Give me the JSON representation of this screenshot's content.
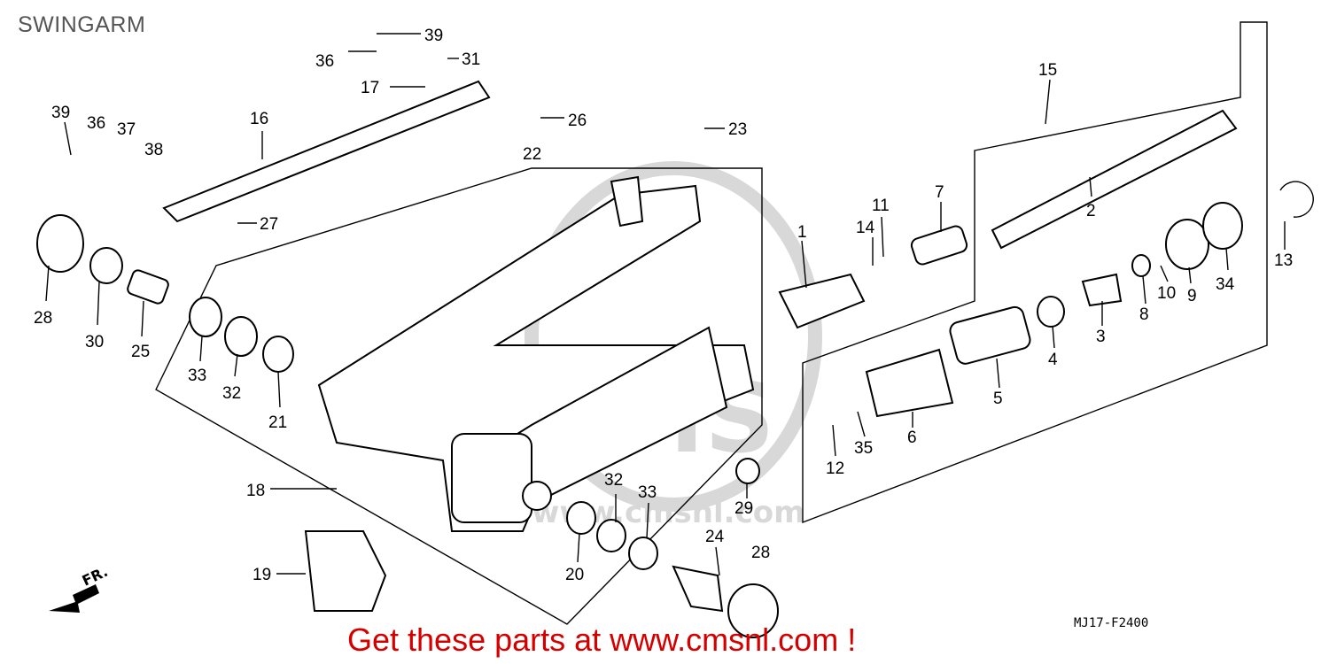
{
  "title": "SWINGARM",
  "diagram_code": "MJ17-F2400",
  "footer_link": "Get these parts at www.cmsnl.com !",
  "front_arrow": "FR.",
  "watermark": {
    "brand": "CMS",
    "url": "www.cmsnl.com"
  },
  "callouts": [
    {
      "id": "c1",
      "label": "39"
    },
    {
      "id": "c2",
      "label": "36"
    },
    {
      "id": "c3",
      "label": "31"
    },
    {
      "id": "c4",
      "label": "17"
    },
    {
      "id": "c5",
      "label": "16"
    },
    {
      "id": "c6",
      "label": "26"
    },
    {
      "id": "c7",
      "label": "23"
    },
    {
      "id": "c8",
      "label": "22"
    },
    {
      "id": "c9",
      "label": "39"
    },
    {
      "id": "c10",
      "label": "36"
    },
    {
      "id": "c11",
      "label": "37"
    },
    {
      "id": "c12",
      "label": "38"
    },
    {
      "id": "c13",
      "label": "27"
    },
    {
      "id": "c14",
      "label": "28"
    },
    {
      "id": "c15",
      "label": "30"
    },
    {
      "id": "c16",
      "label": "25"
    },
    {
      "id": "c17",
      "label": "33"
    },
    {
      "id": "c18",
      "label": "32"
    },
    {
      "id": "c19",
      "label": "21"
    },
    {
      "id": "c20",
      "label": "18"
    },
    {
      "id": "c21",
      "label": "19"
    },
    {
      "id": "c22",
      "label": "32"
    },
    {
      "id": "c23",
      "label": "33"
    },
    {
      "id": "c24",
      "label": "20"
    },
    {
      "id": "c25",
      "label": "24"
    },
    {
      "id": "c26",
      "label": "28"
    },
    {
      "id": "c27",
      "label": "29"
    },
    {
      "id": "c28",
      "label": "15"
    },
    {
      "id": "c29",
      "label": "2"
    },
    {
      "id": "c30",
      "label": "1"
    },
    {
      "id": "c31",
      "label": "14"
    },
    {
      "id": "c32",
      "label": "11"
    },
    {
      "id": "c33",
      "label": "7"
    },
    {
      "id": "c34",
      "label": "13"
    },
    {
      "id": "c35",
      "label": "34"
    },
    {
      "id": "c36",
      "label": "9"
    },
    {
      "id": "c37",
      "label": "10"
    },
    {
      "id": "c38",
      "label": "8"
    },
    {
      "id": "c39",
      "label": "3"
    },
    {
      "id": "c40",
      "label": "4"
    },
    {
      "id": "c41",
      "label": "5"
    },
    {
      "id": "c42",
      "label": "6"
    },
    {
      "id": "c43",
      "label": "35"
    },
    {
      "id": "c44",
      "label": "12"
    }
  ]
}
